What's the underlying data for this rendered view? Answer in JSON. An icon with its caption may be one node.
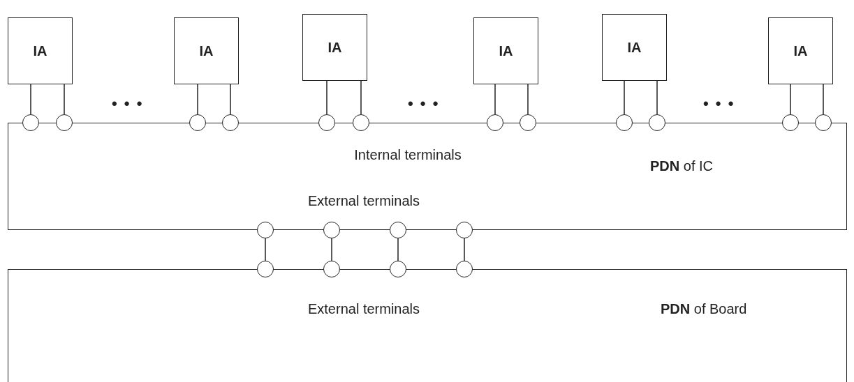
{
  "diagram": {
    "nodes": [
      {
        "text": [
          "IA"
        ]
      },
      {
        "text": [
          "IA"
        ]
      },
      {
        "text": [
          "IA"
        ]
      },
      {
        "text": [
          "IA"
        ]
      },
      {
        "text": [
          "IA"
        ]
      },
      {
        "text": [
          "IA"
        ]
      },
      {
        "text": [
          "Internal terminals",
          "**PDN** of IC",
          "External terminals"
        ]
      },
      {
        "text": [
          "External terminals",
          "**PDN** of Board"
        ]
      },
      {
        "text": [],
        "shape": "circle"
      },
      {
        "text": [],
        "shape": "circle"
      },
      {
        "text": [],
        "shape": "circle"
      },
      {
        "text": [],
        "shape": "circle"
      },
      {
        "text": [],
        "shape": "circle"
      },
      {
        "text": [],
        "shape": "circle"
      },
      {
        "text": [],
        "shape": "circle"
      },
      {
        "text": [],
        "shape": "circle"
      },
      {
        "text": [],
        "shape": "circle"
      },
      {
        "text": [],
        "shape": "circle"
      },
      {
        "text": [],
        "shape": "circle"
      },
      {
        "text": [],
        "shape": "circle"
      },
      {
        "text": [],
        "shape": "circle"
      },
      {
        "text": [],
        "shape": "circle"
      },
      {
        "text": [],
        "shape": "circle"
      },
      {
        "text": [],
        "shape": "circle"
      },
      {
        "text": [],
        "shape": "circle"
      },
      {
        "text": [],
        "shape": "circle"
      },
      {
        "text": [],
        "shape": "circle"
      },
      {
        "text": [],
        "shape": "circle"
      }
    ],
    "edges": [
      {
        "from": 0,
        "to": 8,
        "arrow": "none"
      },
      {
        "from": 0,
        "to": 9,
        "arrow": "none"
      },
      {
        "from": 1,
        "to": 10,
        "arrow": "none"
      },
      {
        "from": 1,
        "to": 11,
        "arrow": "none"
      },
      {
        "from": 2,
        "to": 12,
        "arrow": "none"
      },
      {
        "from": 2,
        "to": 13,
        "arrow": "none"
      },
      {
        "from": 3,
        "to": 14,
        "arrow": "none"
      },
      {
        "from": 3,
        "to": 15,
        "arrow": "none"
      },
      {
        "from": 4,
        "to": 16,
        "arrow": "none"
      },
      {
        "from": 4,
        "to": 17,
        "arrow": "none"
      },
      {
        "from": 5,
        "to": 18,
        "arrow": "none"
      },
      {
        "from": 5,
        "to": 19,
        "arrow": "none"
      },
      {
        "from": 20,
        "to": 24,
        "arrow": "none"
      },
      {
        "from": 21,
        "to": 25,
        "arrow": "none"
      },
      {
        "from": 22,
        "to": 26,
        "arrow": "none"
      },
      {
        "from": 23,
        "to": 27,
        "arrow": "none"
      }
    ],
    "labels": [
      "• • •",
      "• • •",
      "• • •"
    ]
  }
}
